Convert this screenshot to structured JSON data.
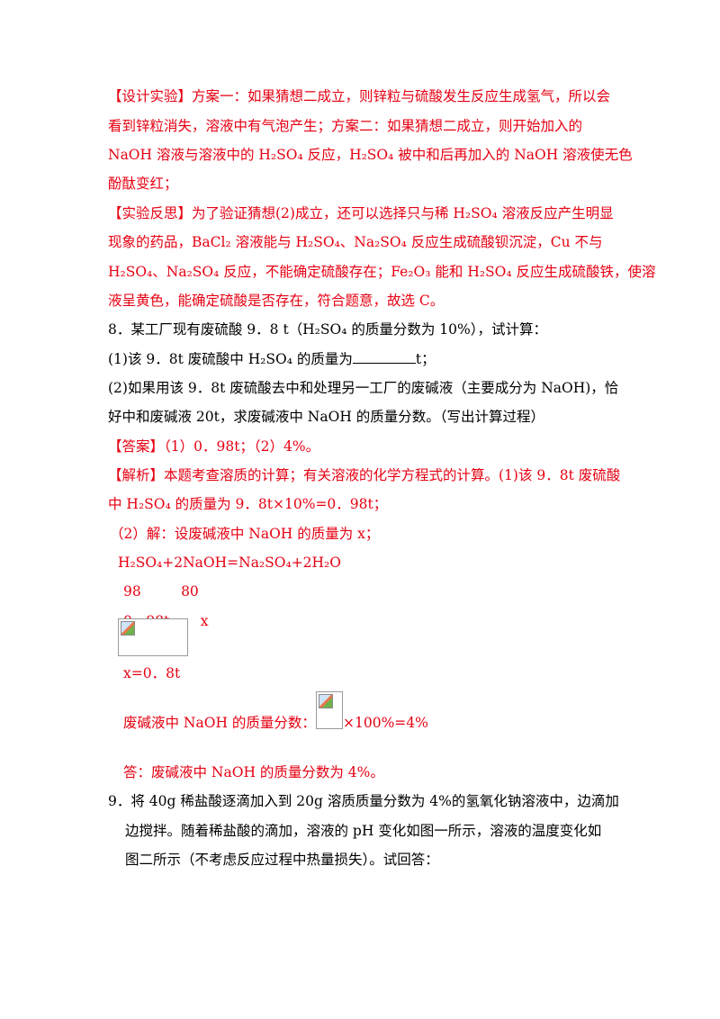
{
  "p1": {
    "l1": "【设计实验】方案一：如果猜想二成立，则锌粒与硫酸发生反应生成氢气，所以会",
    "l2": "看到锌粒消失，溶液中有气泡产生；方案二：如果猜想二成立，则开始加入的",
    "l3": "NaOH 溶液与溶液中的 H₂SO₄ 反应，H₂SO₄ 被中和后再加入的 NaOH 溶液使无色",
    "l4": "酚酞变红；"
  },
  "p2": {
    "l1": "【实验反思】为了验证猜想(2)成立，还可以选择只与稀 H₂SO₄ 溶液反应产生明显",
    "l2": "现象的药品，BaCl₂ 溶液能与 H₂SO₄、Na₂SO₄ 反应生成硫酸钡沉淀，Cu 不与",
    "l3": "H₂SO₄、Na₂SO₄ 反应，不能确定硫酸存在；Fe₂O₃ 能和 H₂SO₄ 反应生成硫酸铁，使溶",
    "l4": "液呈黄色，能确定硫酸是否存在，符合题意，故选 C。"
  },
  "q8": {
    "l1": "8．某工厂现有废硫酸 9．8 t（H₂SO₄ 的质量分数为 10%），试计算：",
    "l2a": "(1)该 9．8t 废硫酸中 H₂SO₄ 的质量为",
    "l2b": "t；",
    "l3": "(2)如果用该 9．8t 废硫酸去中和处理另一工厂的废碱液（主要成分为 NaOH)，恰",
    "l4": "好中和废碱液 20t，求废碱液中 NaOH 的质量分数。（写出计算过程）"
  },
  "ans": {
    "l1": "【答案】（1）0．98t；（2）4%。",
    "l2": "【解析】本题考查溶质的计算；有关溶液的化学方程式的计算。(1)该 9．8t 废硫酸",
    "l3": "中 H₂SO₄ 的质量为 9．8t×10%=0．98t；",
    "l4": "（2）解：设废碱液中 NaOH 的质量为 x；",
    "eq": "H₂SO₄+2NaOH=Na₂SO₄+2H₂O",
    "r1": "98         80",
    "r2": "0．98t       x",
    "res": "x=0．8t",
    "frac_pre": "废碱液中 NaOH 的质量分数：",
    "frac_post": "×100%=4%",
    "final": "答：废碱液中 NaOH 的质量分数为 4%。"
  },
  "q9": {
    "l1": "9．将 40g 稀盐酸逐滴加入到 20g 溶质质量分数为 4%的氢氧化钠溶液中，边滴加",
    "l2": "边搅拌。随着稀盐酸的滴加，溶液的 pH 变化如图一所示，溶液的温度变化如",
    "l3": "图二所示（不考虑反应过程中热量损失）。试回答："
  },
  "icons": {
    "placeholder": "broken-image-icon"
  }
}
